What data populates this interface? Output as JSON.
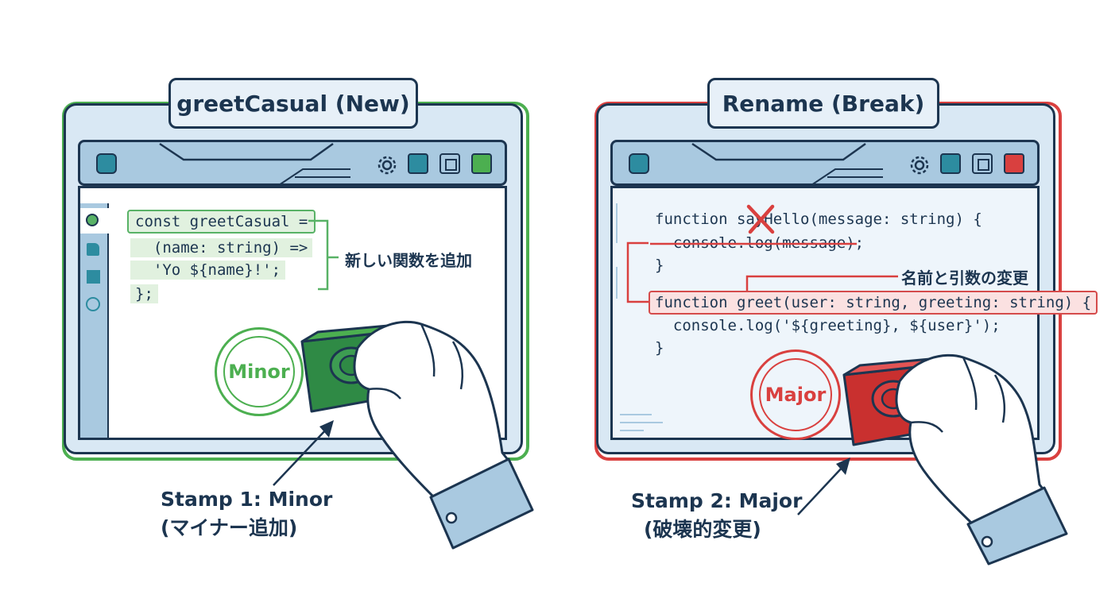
{
  "left_panel": {
    "title": "greetCasual (New)",
    "accent_color": "#4caf50",
    "code_lines": [
      "const greetCasual =",
      "  (name: string) =>",
      "  'Yo ${name}!';",
      "};"
    ],
    "annotation": "新しい関数を追加",
    "stamp_label": "Minor",
    "caption_line1": "Stamp 1: Minor",
    "caption_line2": "(マイナー追加)"
  },
  "right_panel": {
    "title": "Rename (Break)",
    "accent_color": "#d9403f",
    "code_lines": [
      "function sayHello(message: string) {",
      "  console.log(message);",
      "}",
      "function greet(user: string, greeting: string) {",
      "  console.log('${greeting}, ${user}');",
      "}"
    ],
    "annotation": "名前と引数の変更",
    "stamp_label": "Major",
    "caption_line1": "Stamp 2: Major",
    "caption_line2": "(破壊的変更)"
  },
  "icons": {
    "toolbar_left": "app-icon",
    "settings": "gear-icon",
    "minimize": "minimize-icon",
    "maximize": "maximize-icon",
    "close": "close-icon"
  }
}
